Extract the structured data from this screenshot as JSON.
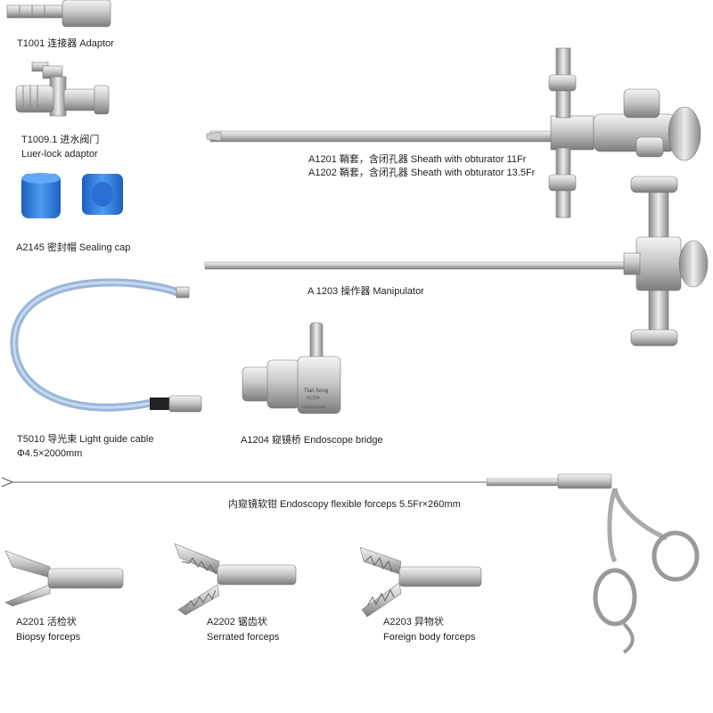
{
  "labels": {
    "t1001": "T1001 连接器 Adaptor",
    "t1009_code": "T1009.1 进水阀门",
    "t1009_name": "Luer-lock adaptor",
    "a2145": "A2145 密封帽 Sealing cap",
    "a1201": "A1201 鞘套，含闭孔器  Sheath with obturator  11Fr",
    "a1202": "A1202 鞘套，含闭孔器  Sheath with obturator  13.5Fr",
    "a1203": "A 1203 操作器 Manipulator",
    "t5010_name": "T5010 导光束 Light guide cable",
    "t5010_size": "Φ4.5×2000mm",
    "a1204": "A1204 窥镜桥 Endoscope bridge",
    "flex_forceps": "内窥镜软钳 Endoscopy flexible forceps 5.5Fr×260mm",
    "a2201_code": "A2201 活检状",
    "a2201_name": "Biopsy forceps",
    "a2202_code": "A2202 锯齿状",
    "a2202_name": "Serrated forceps",
    "a2203_code": "A2203 异物状",
    "a2203_name": "Foreign body forceps"
  },
  "engraving": {
    "brand": "Tian Song",
    "model": "A1204",
    "serial": "13012112616"
  },
  "colors": {
    "steel_light": "#eeeeee",
    "steel_mid": "#b8b8b8",
    "steel_dark": "#6f6f6f",
    "cap_blue": "#2f7fe0",
    "cable_blue": "#9ab6d8",
    "text": "#222222"
  }
}
